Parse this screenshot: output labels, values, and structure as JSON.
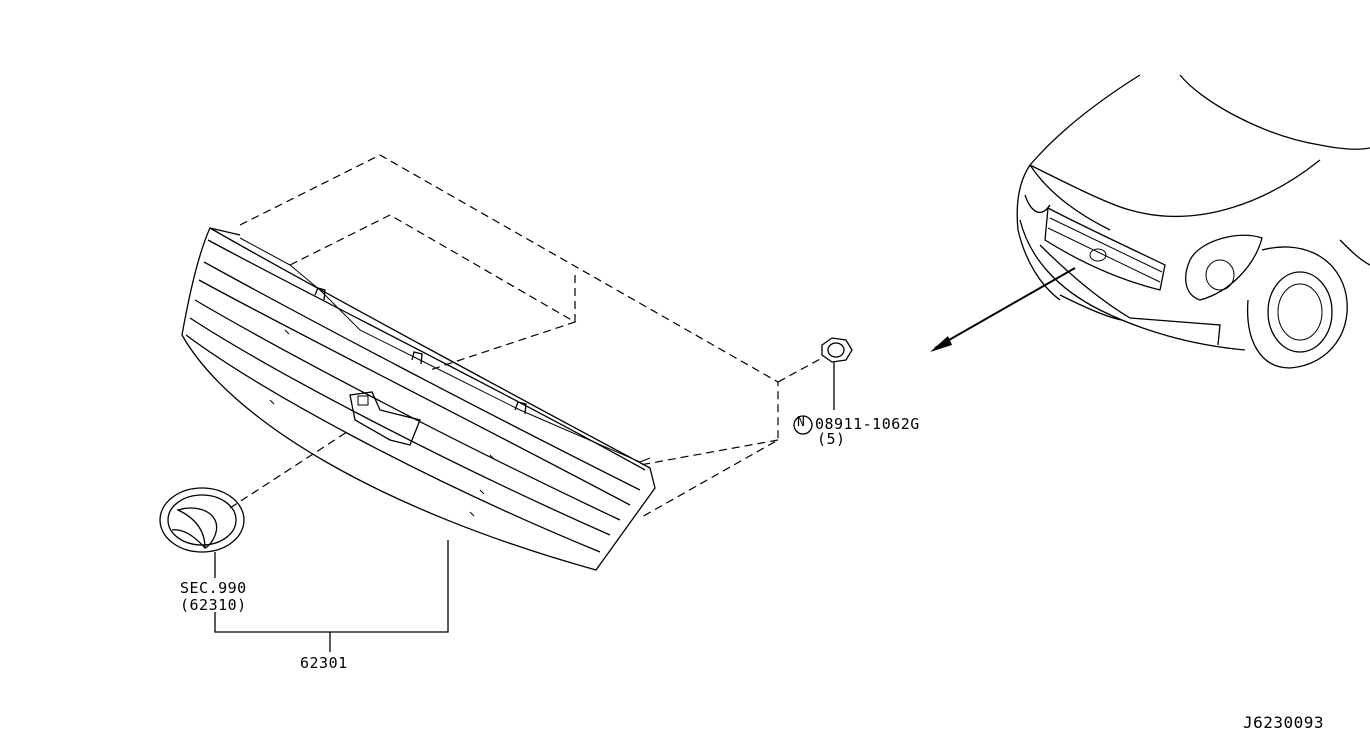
{
  "callouts": {
    "nut_part_number": "08911-1062G",
    "nut_circle_letter": "N",
    "nut_quantity": "(5)",
    "emblem_section": "SEC.990",
    "emblem_section_part": "(62310)",
    "grille_part_number": "62301"
  },
  "diagram_id": "J6230093",
  "icons": [
    "grille-assembly-icon",
    "emblem-icon",
    "hex-nut-icon",
    "vehicle-front-icon",
    "location-arrow-icon"
  ]
}
